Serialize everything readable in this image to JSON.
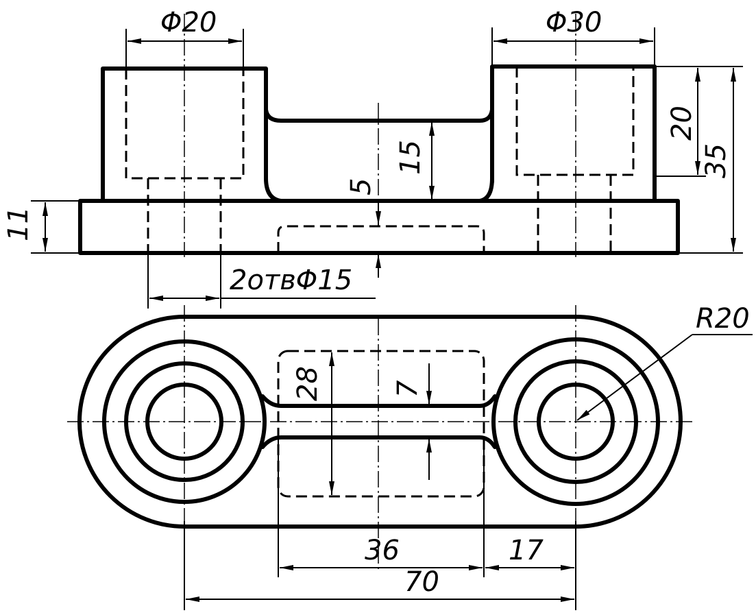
{
  "dimensions": {
    "d20": "Φ20",
    "d30": "Φ30",
    "h20": "20",
    "h35": "35",
    "h15": "15",
    "h5": "5",
    "h11": "11",
    "holes": "2отвΦ15",
    "r20": "R20",
    "w28": "28",
    "w7": "7",
    "l36": "36",
    "l17": "17",
    "l70": "70"
  },
  "colors": {
    "line": "#000000",
    "background": "#ffffff"
  }
}
